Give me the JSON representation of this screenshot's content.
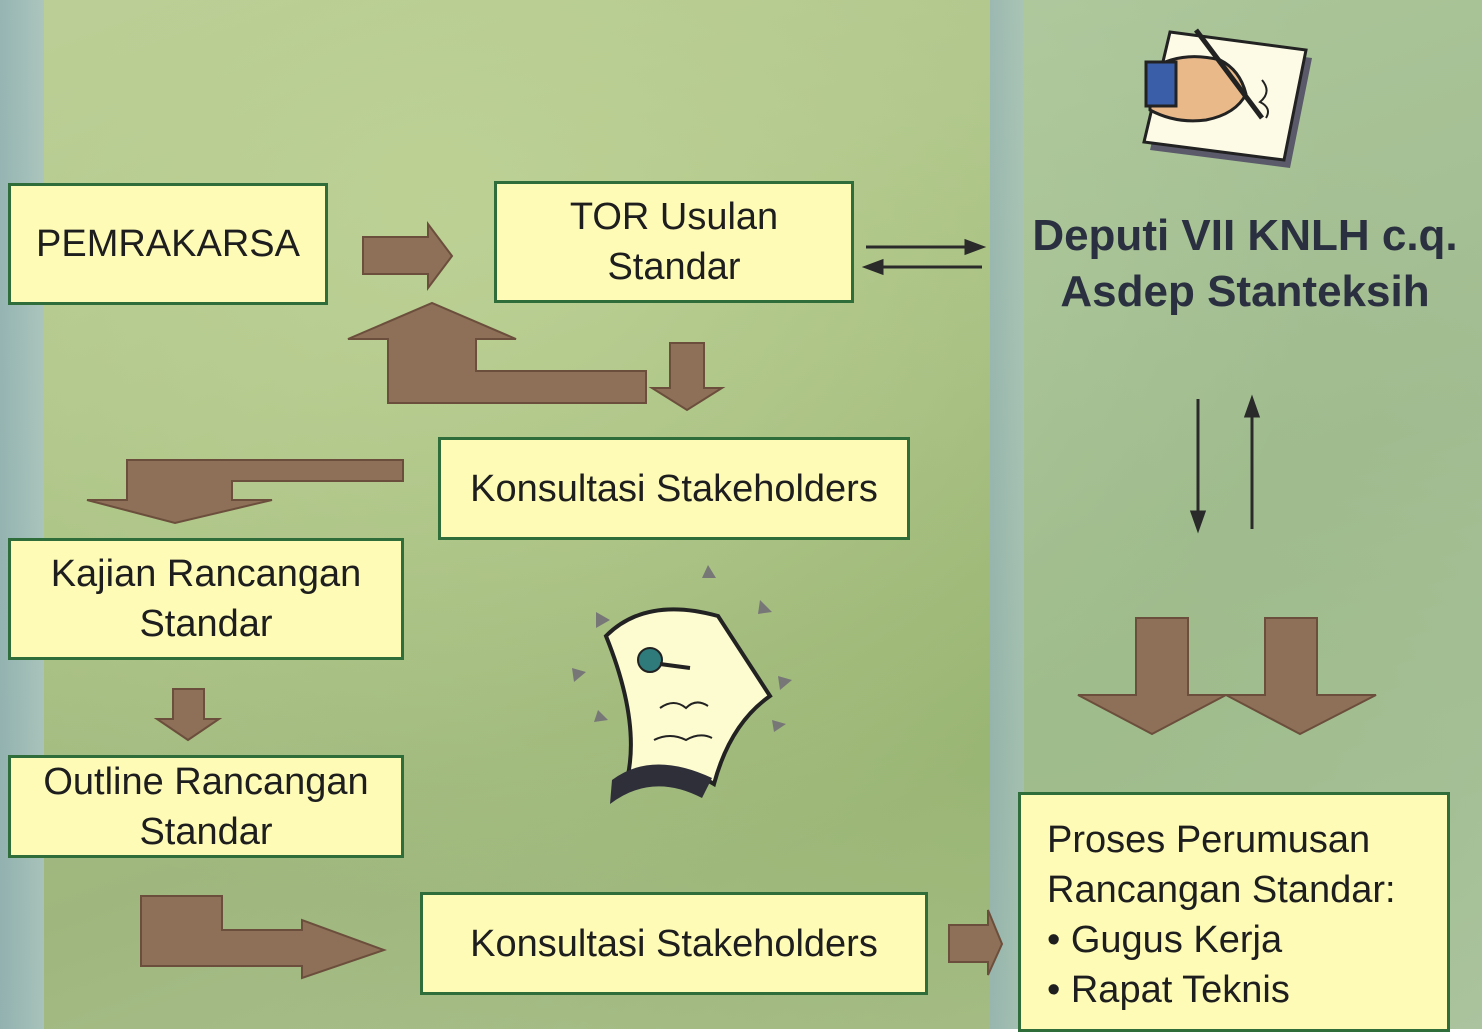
{
  "boxes": {
    "pemrakarsa": "PEMRAKARSA",
    "tor_line1": "TOR Usulan",
    "tor_line2": "Standar",
    "konsultasi_1": "Konsultasi Stakeholders",
    "kajian_line1": "Kajian Rancangan",
    "kajian_line2": "Standar",
    "outline_line1": "Outline Rancangan",
    "outline_line2": "Standar",
    "konsultasi_2": "Konsultasi Stakeholders"
  },
  "deputi": {
    "line1": "Deputi VII KNLH c.q.",
    "line2": "Asdep Stanteksih"
  },
  "proses": {
    "line1": "Proses Perumusan",
    "line2": "Rancangan Standar:",
    "bullets": [
      "• Gugus Kerja",
      "• Rapat Teknis"
    ]
  },
  "icons": [
    "writing-hand-icon",
    "pinned-note-icon"
  ],
  "colors": {
    "box_fill": "#fdfbb6",
    "box_border": "#2f6e3a",
    "arrow_fill": "#8e6f57",
    "heading_text": "#2b3040"
  }
}
